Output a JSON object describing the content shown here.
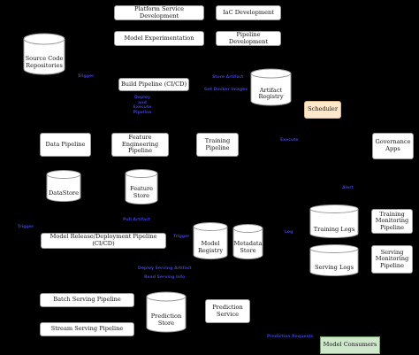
{
  "nodes": {
    "platform_service_dev": "Platform Service Development",
    "iac_dev": "IaC Development",
    "model_experimentation": "Model Experimentation",
    "pipeline_dev": "Pipeline Development",
    "source_code_repos": "Source Code Repositories",
    "build_pipeline": "Build Pipeline (CI/CD)",
    "artifact_registry": "Artifact Registry",
    "scheduler": "Scheduler",
    "data_pipeline": "Data Pipeline",
    "feature_engineering_pipeline": "Feature Engineering Pipeline",
    "training_pipeline": "Training Pipeline",
    "governance_apps": "Governance Apps",
    "datastore": "DataStore",
    "feature_store": "Feature Store",
    "training_logs": "Training Logs",
    "training_monitoring_pipeline": "Training Monitoring Pipeline",
    "model_release_pipeline": "Model Release/Deployment Pipeline (CI/CD)",
    "model_registry": "Model Registry",
    "metadata_store": "Metadata Store",
    "serving_logs": "Serving Logs",
    "serving_monitoring_pipeline": "Serving Monitoring Pipeline",
    "batch_serving_pipeline": "Batch Serving Pipeline",
    "stream_serving_pipeline": "Stream Serving Pipeline",
    "prediction_store": "Prediction Store",
    "prediction_service": "Prediction Service",
    "model_consumers": "Model Consumers"
  },
  "edge_labels": {
    "trigger": "Trigger",
    "store_artifact": "Store Artifact",
    "get_docker_images": "Get Docker Images",
    "deploy_and_execute_pipeline": "Deploy and Execute Pipeline",
    "pull_artifact": "Pull Artifact",
    "execute": "Execute",
    "trigger_left": "Trigger",
    "log": "Log",
    "alert": "Alert",
    "deploy_serving_artifact": "Deploy Serving Artifact",
    "read_serving_info": "Read Serving Info",
    "prediction_requests": "Prediction Requests"
  },
  "colors": {
    "background": "#000000",
    "box_fill": "#ffffff",
    "scheduler_fill": "#fde8cc",
    "model_consumers_fill": "#cfe8cc",
    "edge_label": "#3a3acc"
  }
}
